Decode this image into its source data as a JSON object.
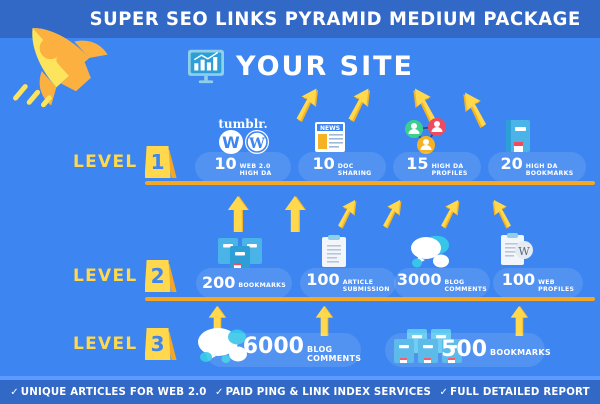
{
  "header": {
    "title": "SUPER SEO LINKS PYRAMID MEDIUM PACKAGE",
    "rocket_icon": "rocket-icon"
  },
  "hero": {
    "label": "YOUR SITE",
    "icon": "monitor-chart-icon"
  },
  "levels": [
    {
      "word": "LEVEL",
      "number": "1",
      "items": [
        {
          "num": "10",
          "cap_line1": "WEB 2.0",
          "cap_line2": "HIGH DA",
          "icon": "web20-logos-icon"
        },
        {
          "num": "10",
          "cap_line1": "DOC",
          "cap_line2": "SHARING",
          "icon": "news-document-icon"
        },
        {
          "num": "15",
          "cap_line1": "HIGH DA",
          "cap_line2": "PROFILES",
          "icon": "user-network-icon"
        },
        {
          "num": "20",
          "cap_line1": "HIGH DA",
          "cap_line2": "BOOKMARKS",
          "icon": "book-icon"
        }
      ]
    },
    {
      "word": "LEVEL",
      "number": "2",
      "items": [
        {
          "num": "200",
          "cap_line1": "BOOKMARKS",
          "cap_line2": "",
          "icon": "books-stack-icon"
        },
        {
          "num": "100",
          "cap_line1": "ARTICLE",
          "cap_line2": "SUBMISSION",
          "icon": "clipboard-article-icon"
        },
        {
          "num": "3000",
          "cap_line1": "BLOG",
          "cap_line2": "COMMENTS",
          "icon": "speech-bubbles-icon"
        },
        {
          "num": "100",
          "cap_line1": "WEB",
          "cap_line2": "PROFILES",
          "icon": "clipboard-wiki-icon"
        }
      ]
    },
    {
      "word": "LEVEL",
      "number": "3",
      "items": [
        {
          "num": "6000",
          "cap_line1": "BLOG",
          "cap_line2": "COMMENTS",
          "icon": "speech-bubbles-icon"
        },
        {
          "num": "500",
          "cap_line1": "BOOKMARKS",
          "cap_line2": "",
          "icon": "books-group-icon"
        }
      ]
    }
  ],
  "footer": {
    "check_glyph": "✓",
    "items": [
      "UNIQUE ARTICLES FOR WEB 2.0",
      "PAID PING & LINK INDEX SERVICES",
      "FULL DETAILED REPORT"
    ]
  },
  "colors": {
    "background": "#3d85f0",
    "header_bar": "#3268c6",
    "accent_yellow": "#ffd84d",
    "accent_orange": "#f5a623",
    "text_white": "#ffffff"
  }
}
